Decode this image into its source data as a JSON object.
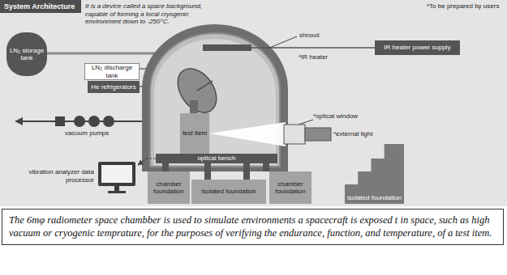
{
  "diagram": {
    "title": "System Architecture",
    "caption": "The 6mφ radiometer space chambber is used to simulate environments a spacecraft is exposed t in space, such as high vacuum or cryogenic temprature, for the purposes of verifying the endurance, function, and temperature, of a test item.",
    "nodes": [
      {
        "text": [
          "LN₂ storage tank"
        ]
      },
      {
        "text": [
          "LN₂ discharge tank"
        ]
      },
      {
        "text": [
          "He refrigerators"
        ]
      },
      {
        "text": [
          "IR heater power supply"
        ]
      },
      {
        "text": [
          "test item"
        ]
      },
      {
        "text": [
          "optical bench"
        ]
      },
      {
        "text": [
          "vibration analyzer data processor"
        ]
      },
      {
        "text": [
          "chamber foundation"
        ]
      },
      {
        "text": [
          "isolated foundation"
        ]
      },
      {
        "text": [
          "chamber foundation"
        ]
      },
      {
        "text": [
          "isolated foundation"
        ]
      }
    ],
    "edges": [
      {
        "from": 5,
        "to": 6,
        "arrow": "to"
      }
    ],
    "labels": [
      "It is a device called a space background, capable of forming a local cryogenic environment down to -250°C.",
      "*To be prepared by users",
      "shroud",
      "*IR heater",
      "*optical window",
      "*external light",
      "vacuum pumps"
    ]
  }
}
